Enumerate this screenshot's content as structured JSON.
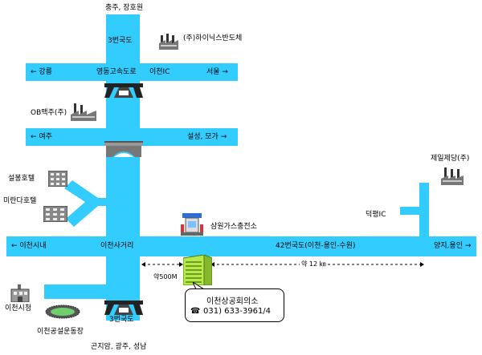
{
  "labels": {
    "top": "충주, 장호원",
    "route3_top": "3번국도",
    "hynix": "(주)하이닉스반도체",
    "gangneung": "← 강릉",
    "expressway": "영동고속도로",
    "icheon_ic": "이천IC",
    "seoul": "서울 →",
    "ob": "OB맥주(주)",
    "yeoju": "← 여주",
    "seolseong": "설성, 모가 →",
    "seolbong_hotel": "설봉호텔",
    "miranda_hotel": "미란다호텔",
    "jeil": "제일제당(주)",
    "deokpyeong_ic": "덕평IC",
    "gas_station": "삼원가스충전소",
    "icheon_city": "← 이천시내",
    "intersection": "이천사거리",
    "route42": "42번국도(이천-용인-수원)",
    "yangji": "양지,용인 →",
    "dist_500": "약500M",
    "dist_12": "약 12 ㎞",
    "city_hall": "이천시청",
    "stadium": "이천공설운동장",
    "route3_bottom": "3번국도",
    "bottom": "곤지암, 광주, 성남"
  },
  "callout": {
    "name": "이천상공회의소",
    "phone_icon": "☎",
    "phone": "031) 633-3961/4"
  },
  "colors": {
    "road": "#33ccff"
  }
}
